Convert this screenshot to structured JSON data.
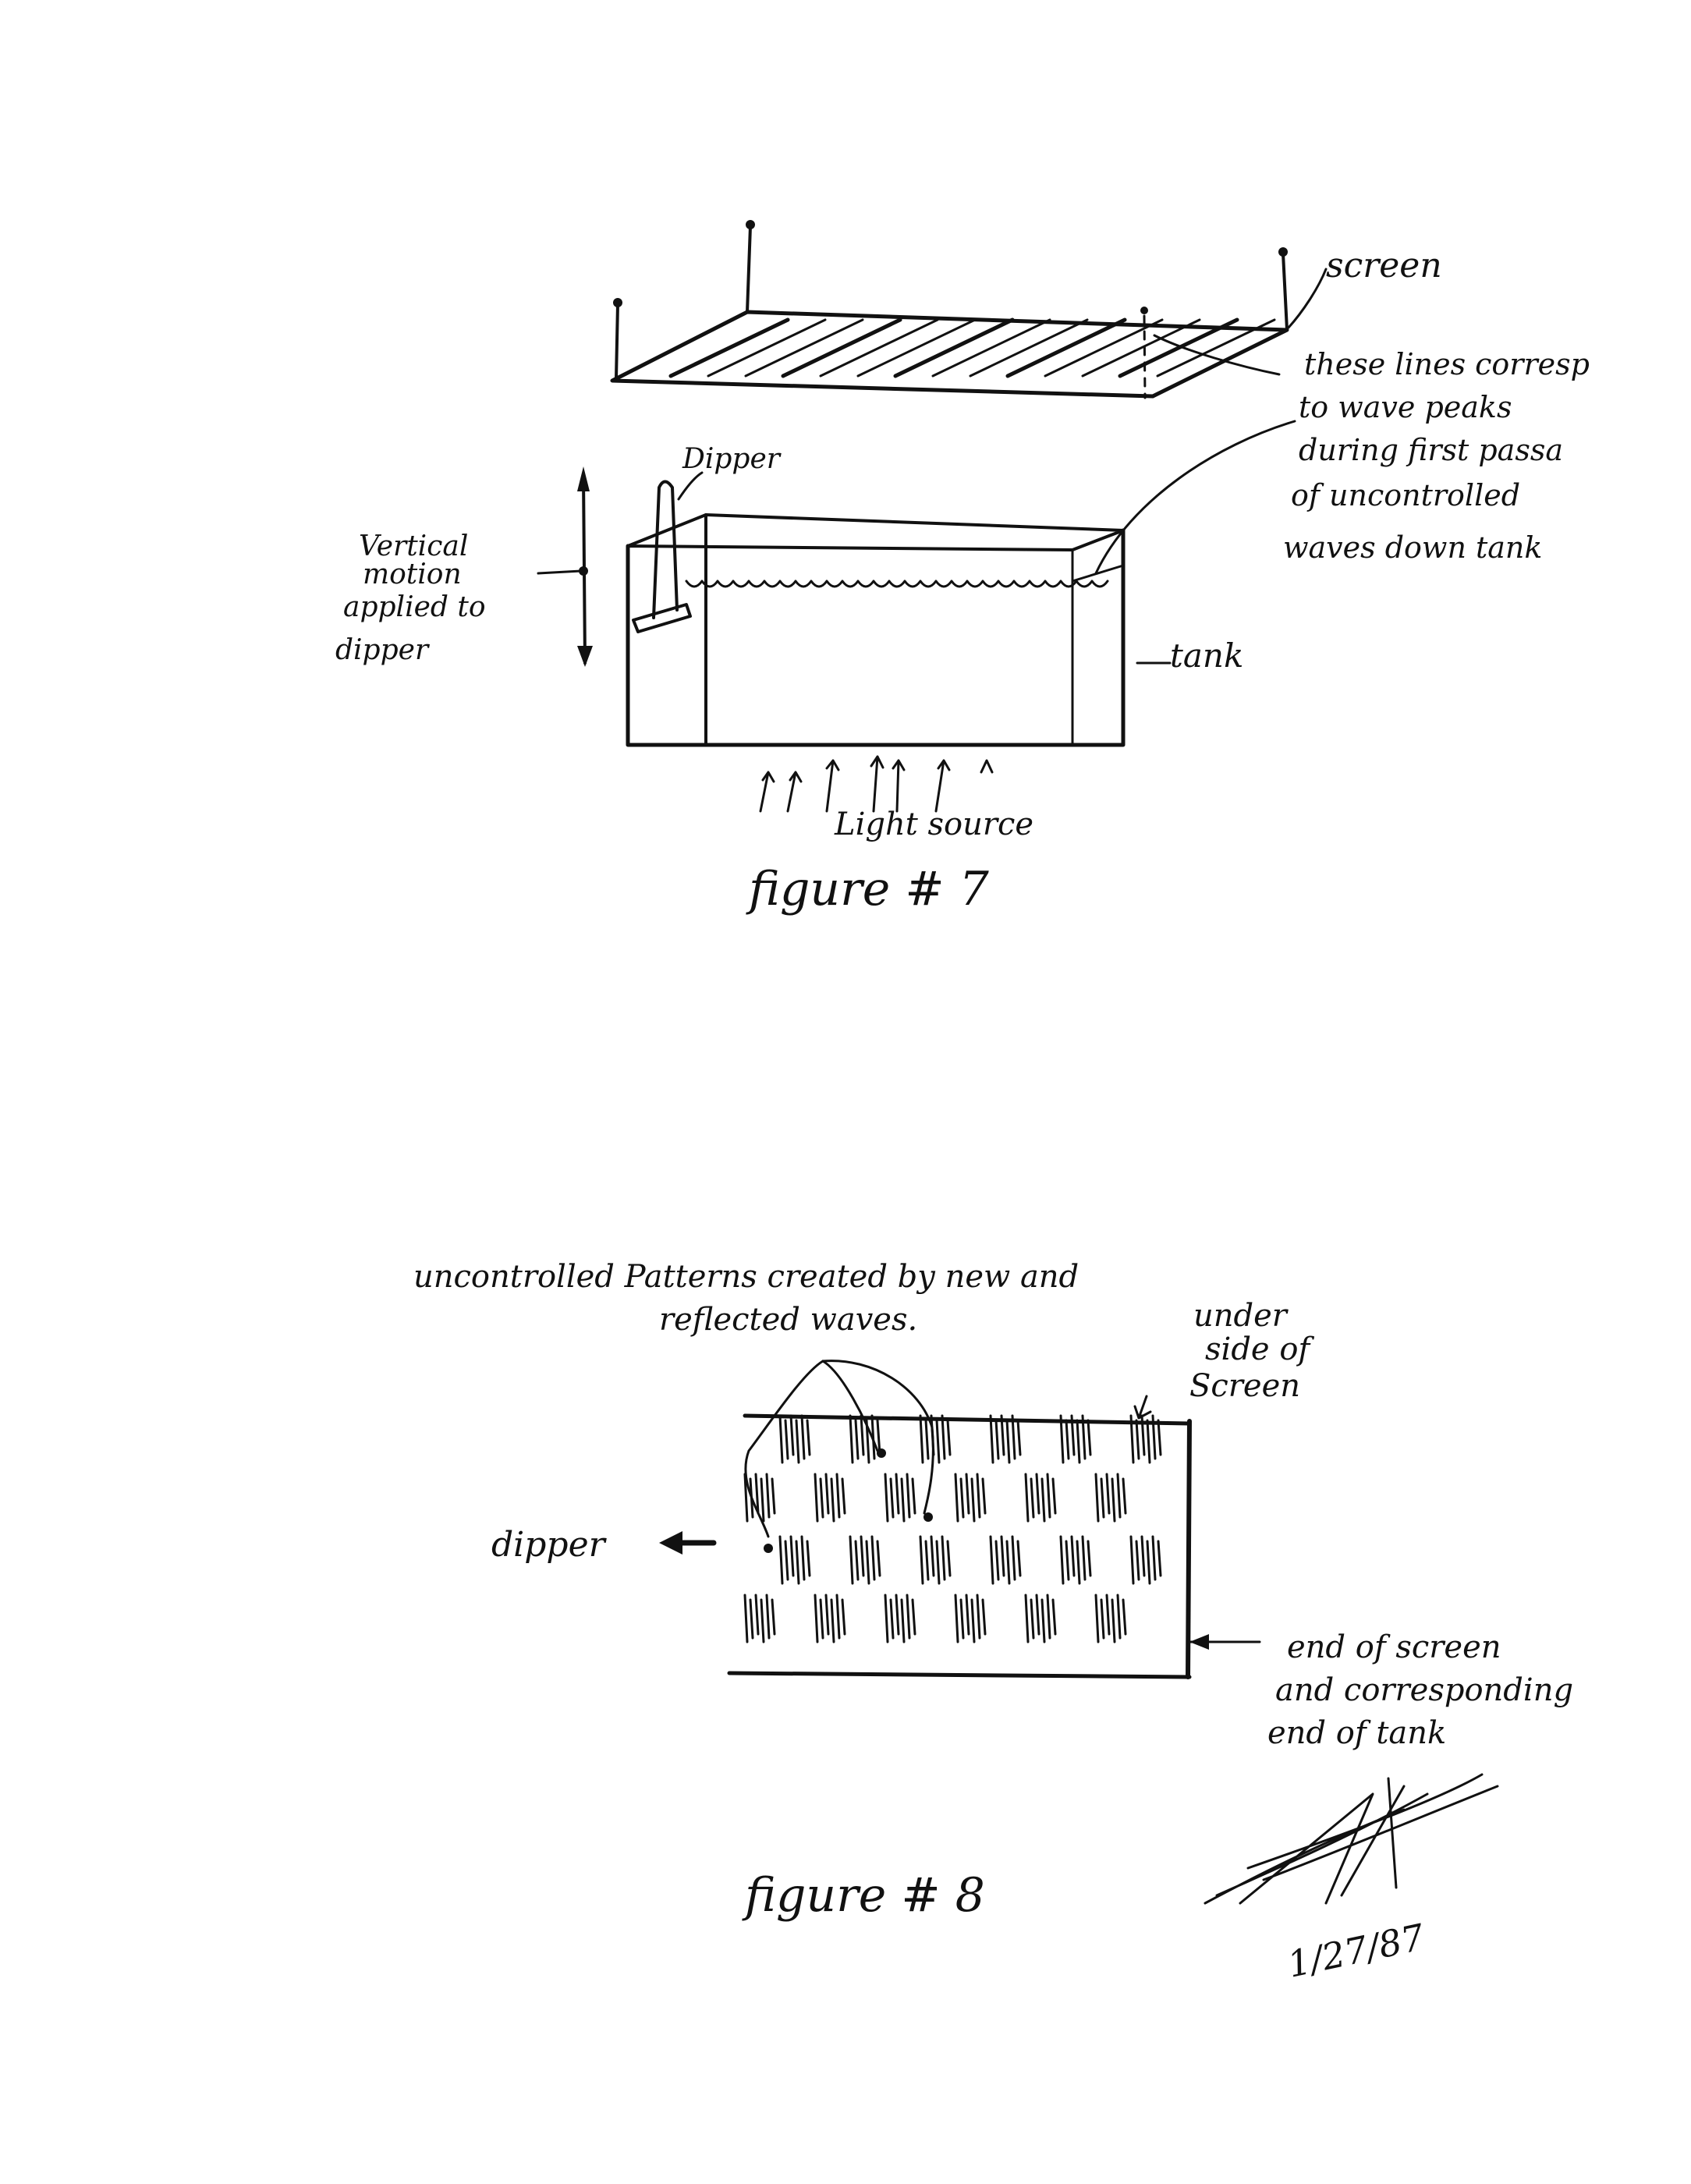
{
  "figure7": {
    "caption": "figure # 7",
    "labels": {
      "screen": "screen",
      "lines_note": [
        "these lines corresp",
        "to wave peaks",
        "during first passa",
        "of uncontrolled",
        "waves down tank"
      ],
      "dipper": "Dipper",
      "vertical_motion": [
        "Vertical",
        "motion",
        "applied to",
        "dipper"
      ],
      "tank": "tank",
      "light_source": "Light source"
    }
  },
  "figure8": {
    "caption": "figure # 8",
    "labels": {
      "patterns_note": [
        "uncontrolled Patterns created by new and",
        "reflected waves."
      ],
      "underside": [
        "under",
        "side of",
        "Screen"
      ],
      "dipper": "dipper",
      "end_note": [
        "end of screen",
        "and corresponding",
        "end of tank"
      ]
    }
  },
  "date": "1/27/87",
  "colors": {
    "ink": "#111111",
    "paper": "#ffffff"
  }
}
